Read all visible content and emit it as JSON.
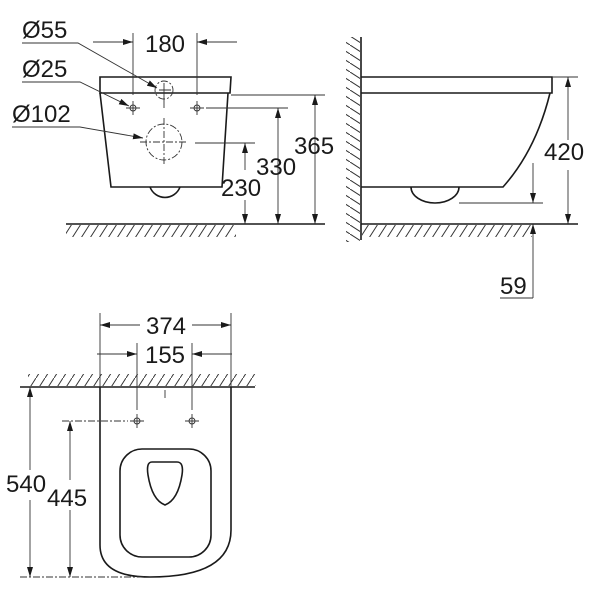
{
  "front_view": {
    "labels": {
      "d55": "Ø55",
      "d25": "Ø25",
      "d102": "Ø102"
    },
    "dims": {
      "w180": "180",
      "h365": "365",
      "h330": "330",
      "h230": "230"
    }
  },
  "side_view": {
    "dims": {
      "h420": "420",
      "h59": "59"
    }
  },
  "top_view": {
    "dims": {
      "w374": "374",
      "w155": "155",
      "h540": "540",
      "h445": "445"
    }
  }
}
